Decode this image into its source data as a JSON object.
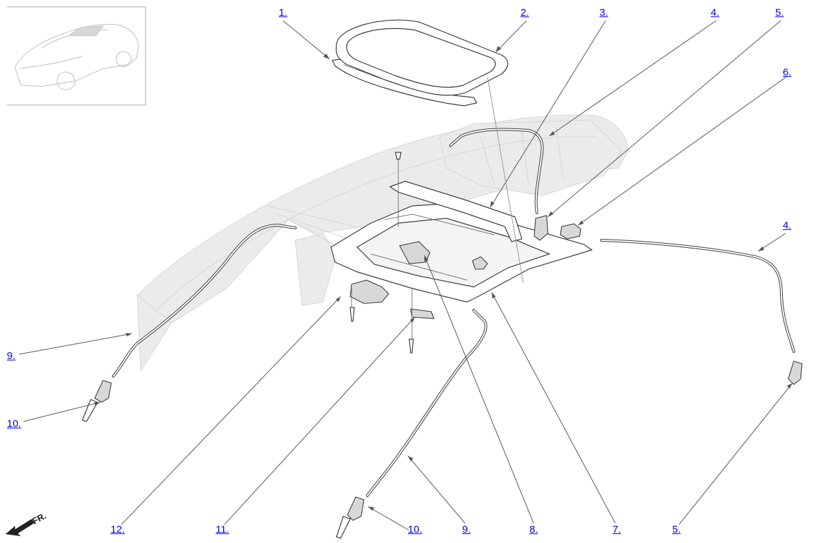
{
  "callouts": [
    {
      "id": "c1",
      "label": "1."
    },
    {
      "id": "c2",
      "label": "2."
    },
    {
      "id": "c3",
      "label": "3."
    },
    {
      "id": "c4a",
      "label": "4."
    },
    {
      "id": "c5a",
      "label": "5."
    },
    {
      "id": "c6",
      "label": "6."
    },
    {
      "id": "c4b",
      "label": "4."
    },
    {
      "id": "c9a",
      "label": "9."
    },
    {
      "id": "c10a",
      "label": "10."
    },
    {
      "id": "c12",
      "label": "12."
    },
    {
      "id": "c11",
      "label": "11."
    },
    {
      "id": "c10b",
      "label": "10."
    },
    {
      "id": "c9b",
      "label": "9."
    },
    {
      "id": "c8",
      "label": "8."
    },
    {
      "id": "c7",
      "label": "7."
    },
    {
      "id": "c5b",
      "label": "5."
    }
  ],
  "front_indicator": "FR.",
  "colors": {
    "link": "#0000ee",
    "leader": "#555555",
    "ghost_body": "#ebebeb",
    "part_outline": "#3a3a3a"
  },
  "icons": {
    "front_arrow": "arrow-front-icon",
    "locator": "vehicle-locator-icon"
  }
}
